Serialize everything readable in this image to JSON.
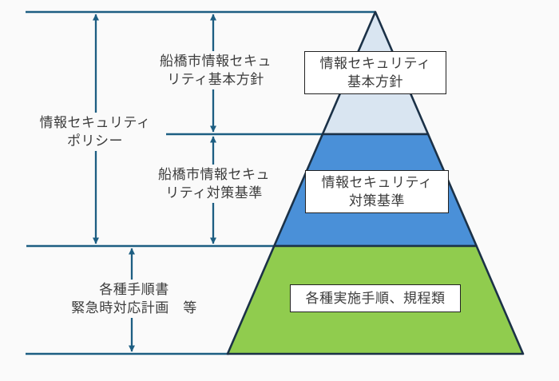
{
  "diagram": {
    "type": "pyramid-hierarchy",
    "subject": "情報セキュリティポリシー体系図",
    "colors": {
      "background": "#fafafa",
      "dimension_line": "#1d5e82",
      "pyramid_border": "#1b3147",
      "label_box_bg": "#ffffff",
      "label_box_border": "#222222",
      "text": "#3c3c3c"
    },
    "left_annotations": [
      {
        "id": "basic-policy-range",
        "text": "船橋市情報セキュ\nリティ基本方針"
      },
      {
        "id": "policy-range",
        "text": "情報セキュリティ\nポリシー"
      },
      {
        "id": "standards-range",
        "text": "船橋市情報セキュ\nリティ対策基準"
      },
      {
        "id": "procedures-range",
        "text": "各種手順書\n緊急時対応計画　等"
      }
    ],
    "pyramid_levels": [
      {
        "id": "basic-policy",
        "label": "情報セキュリティ\n基本方針",
        "fill": "#d9e5f1"
      },
      {
        "id": "standards",
        "label": "情報セキュリティ\n対策基準",
        "fill": "#4a90d8"
      },
      {
        "id": "procedures",
        "label": "各種実施手順、規程類",
        "fill": "#90cc4e"
      }
    ]
  }
}
